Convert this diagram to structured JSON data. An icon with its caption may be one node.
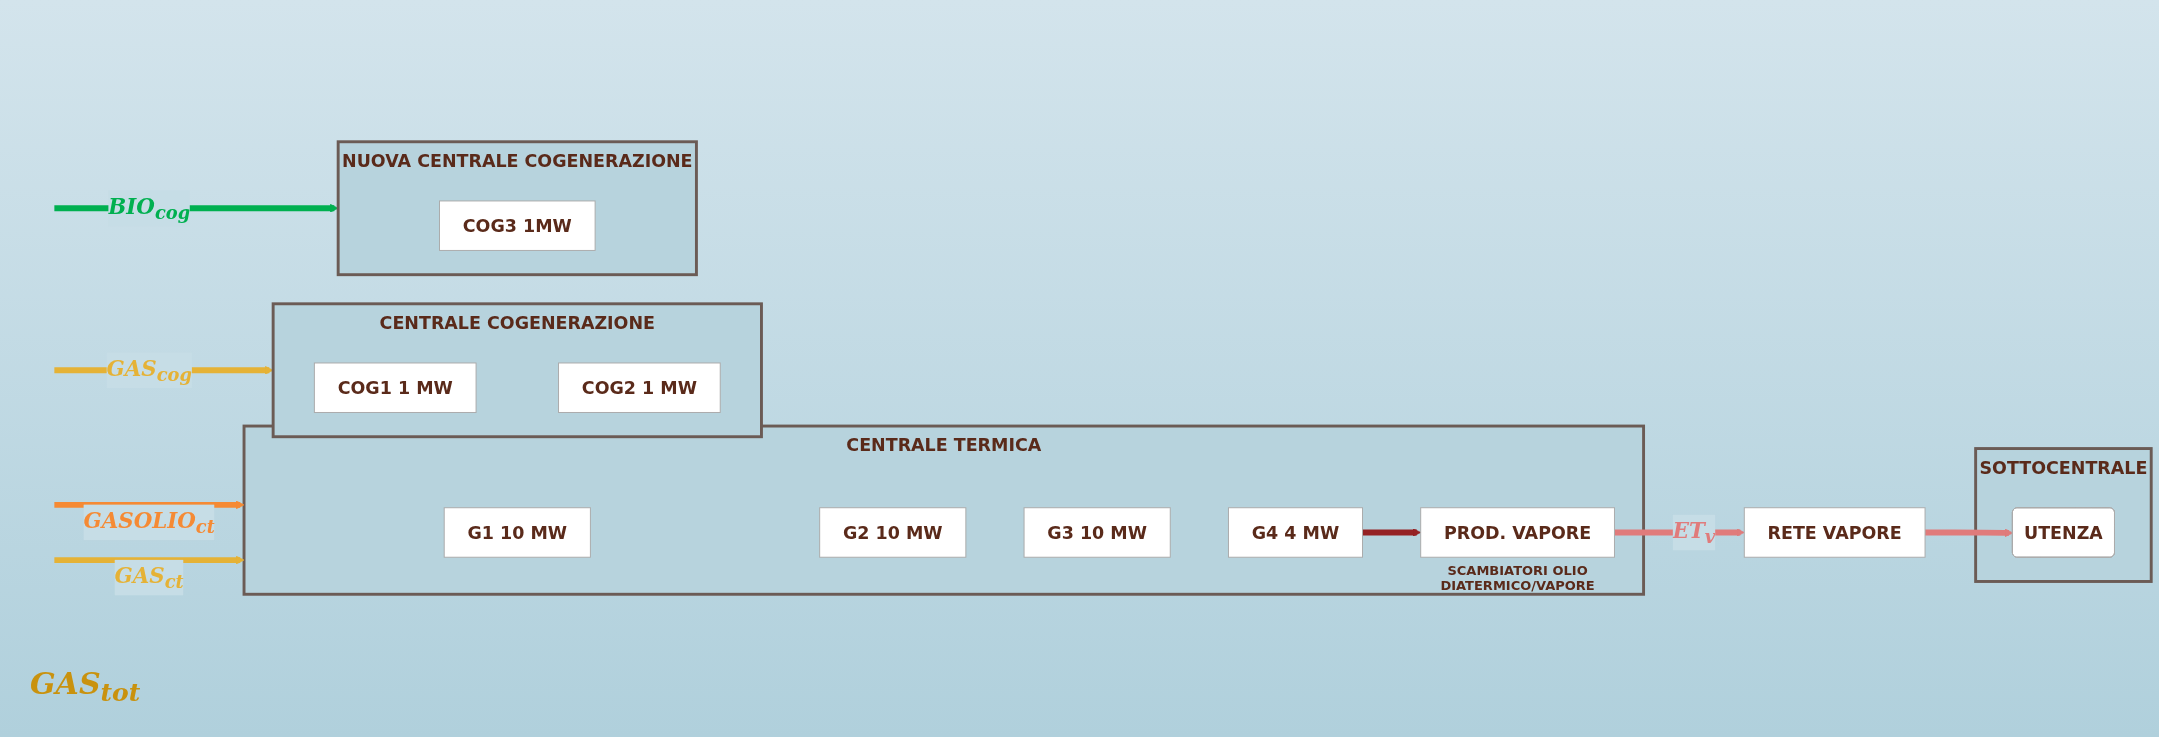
{
  "diagram": {
    "nodes": [
      {
        "text": [
          "CENTRALE TERMICA"
        ]
      },
      {
        "text": [
          "G1 10 MW"
        ],
        "in": 0
      },
      {
        "text": [
          "G2 10 MW"
        ],
        "in": 0
      },
      {
        "text": [
          "G3 10 MW"
        ],
        "in": 0
      },
      {
        "text": [
          "G4 4 MW"
        ],
        "in": 0
      },
      {
        "text": [
          "PROD. VAPORE"
        ],
        "in": 0,
        "beside": [
          "SCAMBIATORI OLIO DIATERMICO/VAPORE"
        ]
      },
      {
        "text": [
          "RETE VAPORE"
        ]
      },
      {
        "text": [
          "SOTTOCENTRALE"
        ]
      },
      {
        "text": [
          "UTENZA"
        ],
        "in": 7
      },
      {
        "text": [
          "CENTRALE COGENERAZIONE"
        ]
      },
      {
        "text": [
          "COG1 1 MW"
        ],
        "in": 9
      },
      {
        "text": [
          "COG2 1 MW"
        ],
        "in": 9
      },
      {
        "text": [
          "NUOVA CENTRALE COGENERAZIONE"
        ]
      },
      {
        "text": [
          "COG3 1MW"
        ],
        "in": 12
      }
    ],
    "edges": [
      {
        "from": null,
        "to": 0,
        "arrow": "to",
        "label": "GASOLIO$_{ct}$",
        "color": "#f58a34"
      },
      {
        "from": null,
        "to": 0,
        "arrow": "to",
        "label": "GAS$_{ct}$",
        "color": "#e5b236"
      },
      {
        "from": null,
        "to": 9,
        "arrow": "to",
        "label": "GAS$_{cog}$",
        "color": "#e5b236"
      },
      {
        "from": null,
        "to": 12,
        "arrow": "to",
        "label": "BIO$_{cog}$",
        "color": "#00b050"
      },
      {
        "from": 4,
        "to": 5,
        "arrow": "to",
        "color": "#952224"
      },
      {
        "from": 5,
        "to": 6,
        "arrow": "to",
        "label": "ET$_{v}$",
        "color": "#e07b7b"
      },
      {
        "from": 6,
        "to": 8,
        "arrow": "to",
        "color": "#e07b7b"
      }
    ],
    "labels": [
      "GAS$_{tot}$"
    ]
  }
}
